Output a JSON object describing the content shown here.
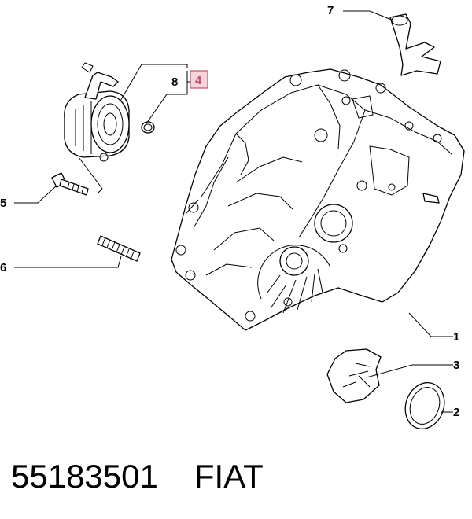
{
  "diagram": {
    "callouts": [
      {
        "id": "1",
        "label": "1"
      },
      {
        "id": "2",
        "label": "2"
      },
      {
        "id": "3",
        "label": "3"
      },
      {
        "id": "4",
        "label": "4",
        "highlighted": true
      },
      {
        "id": "5",
        "label": "5"
      },
      {
        "id": "6",
        "label": "6"
      },
      {
        "id": "7",
        "label": "7"
      },
      {
        "id": "8",
        "label": "8"
      }
    ],
    "highlight_color": "#c0506a"
  },
  "footer": {
    "part_number": "55183501",
    "brand": "FIAT"
  }
}
